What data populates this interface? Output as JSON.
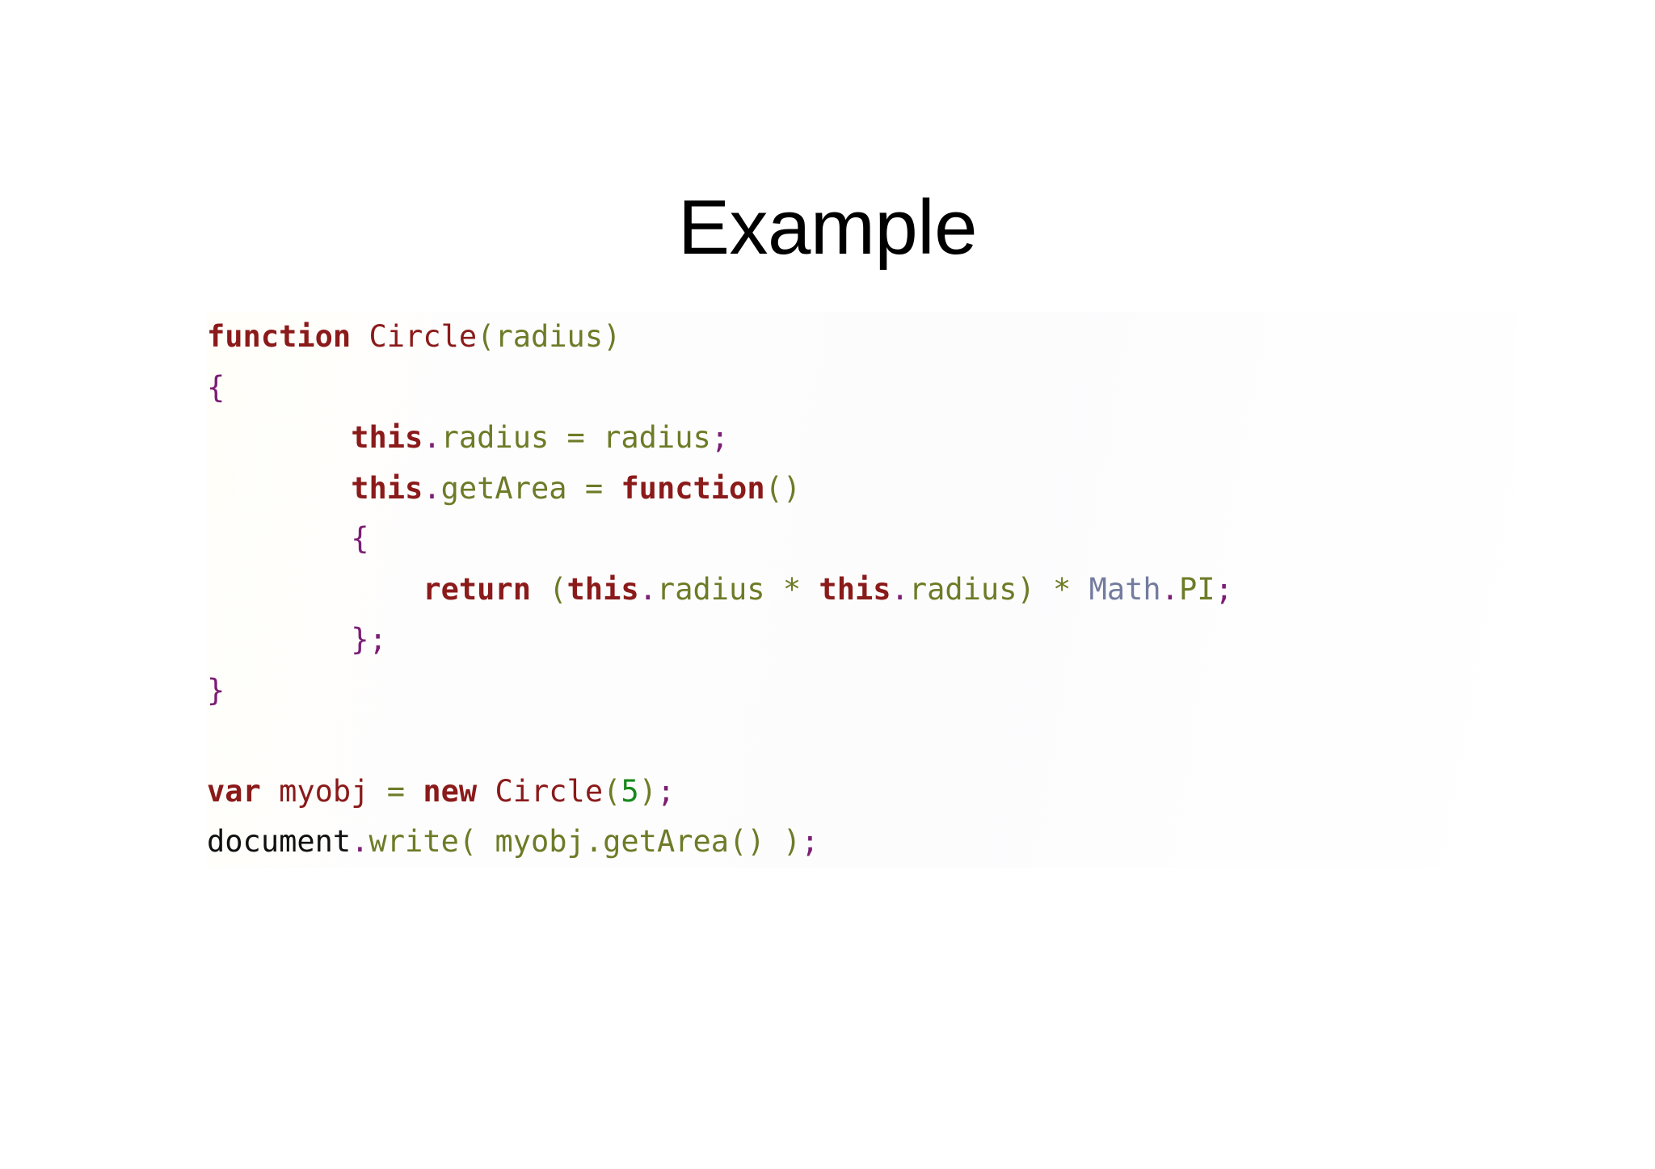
{
  "slide": {
    "title": "Example",
    "background_color": "#FFFFFF"
  },
  "palette": {
    "keyword": "#8B1A1A",
    "type": "#8B1A1A",
    "identifier": "#6E7B27",
    "punctuation": "#6E7B27",
    "operator": "#6E7B27",
    "brace": "#7B1E74",
    "dot": "#7B1E74",
    "semicolon": "#7B1E74",
    "number": "#18891B",
    "builtin_object": "#737C9E",
    "plain_text": "#111111",
    "title_color": "#000000",
    "code_background": "#FDFDFC"
  },
  "code": {
    "language": "JavaScript",
    "plain_text": "function Circle(radius)\n{\n        this.radius = radius;\n        this.getArea = function()\n        {\n            return (this.radius * this.radius) * Math.PI;\n        };\n}\n\nvar myobj = new Circle(5);\ndocument.write( myobj.getArea() );",
    "lines": [
      {
        "id": "line-1",
        "indent": "",
        "tokens": [
          {
            "t": "function",
            "k": "keyword"
          },
          {
            "t": " ",
            "k": "space"
          },
          {
            "t": "Circle",
            "k": "type"
          },
          {
            "t": "(",
            "k": "punct"
          },
          {
            "t": "radius",
            "k": "ident"
          },
          {
            "t": ")",
            "k": "punct"
          }
        ]
      },
      {
        "id": "line-2",
        "indent": "",
        "tokens": [
          {
            "t": "{",
            "k": "brace"
          }
        ]
      },
      {
        "id": "line-3",
        "indent": "        ",
        "tokens": [
          {
            "t": "this",
            "k": "keyword"
          },
          {
            "t": ".",
            "k": "dot"
          },
          {
            "t": "radius",
            "k": "ident"
          },
          {
            "t": " ",
            "k": "space"
          },
          {
            "t": "=",
            "k": "operator"
          },
          {
            "t": " ",
            "k": "space"
          },
          {
            "t": "radius",
            "k": "ident"
          },
          {
            "t": ";",
            "k": "semi"
          }
        ]
      },
      {
        "id": "line-4",
        "indent": "        ",
        "tokens": [
          {
            "t": "this",
            "k": "keyword"
          },
          {
            "t": ".",
            "k": "dot"
          },
          {
            "t": "getArea",
            "k": "ident"
          },
          {
            "t": " ",
            "k": "space"
          },
          {
            "t": "=",
            "k": "operator"
          },
          {
            "t": " ",
            "k": "space"
          },
          {
            "t": "function",
            "k": "keyword"
          },
          {
            "t": "()",
            "k": "punct"
          }
        ]
      },
      {
        "id": "line-5",
        "indent": "        ",
        "tokens": [
          {
            "t": "{",
            "k": "brace"
          }
        ]
      },
      {
        "id": "line-6",
        "indent": "            ",
        "tokens": [
          {
            "t": "return",
            "k": "keyword"
          },
          {
            "t": " ",
            "k": "space"
          },
          {
            "t": "(",
            "k": "punct"
          },
          {
            "t": "this",
            "k": "keyword"
          },
          {
            "t": ".",
            "k": "dot"
          },
          {
            "t": "radius",
            "k": "ident"
          },
          {
            "t": " ",
            "k": "space"
          },
          {
            "t": "*",
            "k": "operator"
          },
          {
            "t": " ",
            "k": "space"
          },
          {
            "t": "this",
            "k": "keyword"
          },
          {
            "t": ".",
            "k": "dot"
          },
          {
            "t": "radius",
            "k": "ident"
          },
          {
            "t": ")",
            "k": "punct"
          },
          {
            "t": " ",
            "k": "space"
          },
          {
            "t": "*",
            "k": "operator"
          },
          {
            "t": " ",
            "k": "space"
          },
          {
            "t": "Math",
            "k": "builtin"
          },
          {
            "t": ".",
            "k": "dot"
          },
          {
            "t": "PI",
            "k": "ident"
          },
          {
            "t": ";",
            "k": "semi"
          }
        ]
      },
      {
        "id": "line-7",
        "indent": "        ",
        "tokens": [
          {
            "t": "}",
            "k": "brace"
          },
          {
            "t": ";",
            "k": "semi"
          }
        ]
      },
      {
        "id": "line-8",
        "indent": "",
        "tokens": [
          {
            "t": "}",
            "k": "brace"
          }
        ]
      },
      {
        "id": "line-9",
        "indent": "",
        "tokens": []
      },
      {
        "id": "line-10",
        "indent": "",
        "tokens": [
          {
            "t": "var",
            "k": "keyword"
          },
          {
            "t": " ",
            "k": "space"
          },
          {
            "t": "myobj",
            "k": "type"
          },
          {
            "t": " ",
            "k": "space"
          },
          {
            "t": "=",
            "k": "operator"
          },
          {
            "t": " ",
            "k": "space"
          },
          {
            "t": "new",
            "k": "keyword"
          },
          {
            "t": " ",
            "k": "space"
          },
          {
            "t": "Circle",
            "k": "type"
          },
          {
            "t": "(",
            "k": "punct"
          },
          {
            "t": "5",
            "k": "number"
          },
          {
            "t": ")",
            "k": "punct"
          },
          {
            "t": ";",
            "k": "semi"
          }
        ]
      },
      {
        "id": "line-11",
        "indent": "",
        "tokens": [
          {
            "t": "document",
            "k": "plain"
          },
          {
            "t": ".",
            "k": "dot"
          },
          {
            "t": "write",
            "k": "ident"
          },
          {
            "t": "(",
            "k": "punct"
          },
          {
            "t": " ",
            "k": "space"
          },
          {
            "t": "myobj",
            "k": "ident"
          },
          {
            "t": ".",
            "k": "ident"
          },
          {
            "t": "getArea",
            "k": "ident"
          },
          {
            "t": "()",
            "k": "punct"
          },
          {
            "t": " ",
            "k": "space"
          },
          {
            "t": ")",
            "k": "punct"
          },
          {
            "t": ";",
            "k": "semi"
          }
        ]
      }
    ]
  }
}
